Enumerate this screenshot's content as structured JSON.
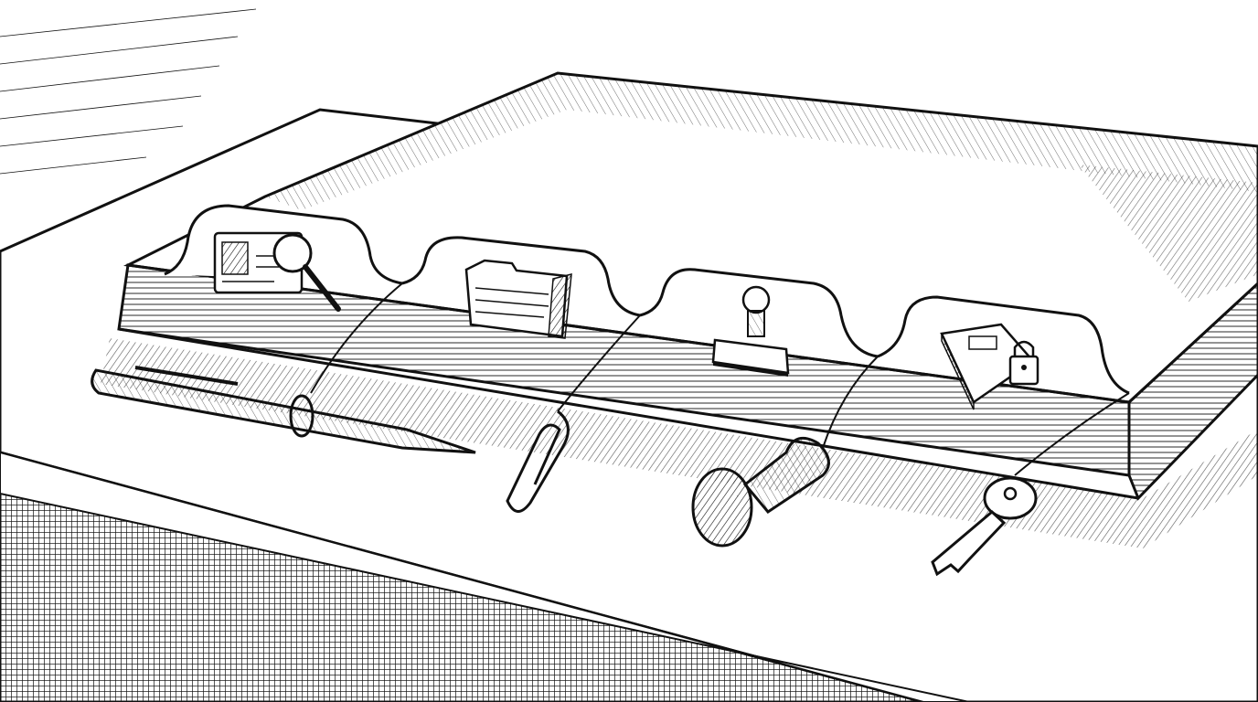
{
  "illustration": {
    "style": "black-and-white pen-and-ink engraving with hatching",
    "ink_color": "#111111",
    "paper_color": "#ffffff",
    "tabs": [
      {
        "icon": "id-card-magnifier-icon"
      },
      {
        "icon": "file-folder-icon"
      },
      {
        "icon": "rubber-stamp-icon"
      },
      {
        "icon": "locked-book-icon"
      }
    ],
    "tethered_objects": [
      "pen",
      "paperclip",
      "rubber-stamp",
      "key"
    ]
  }
}
